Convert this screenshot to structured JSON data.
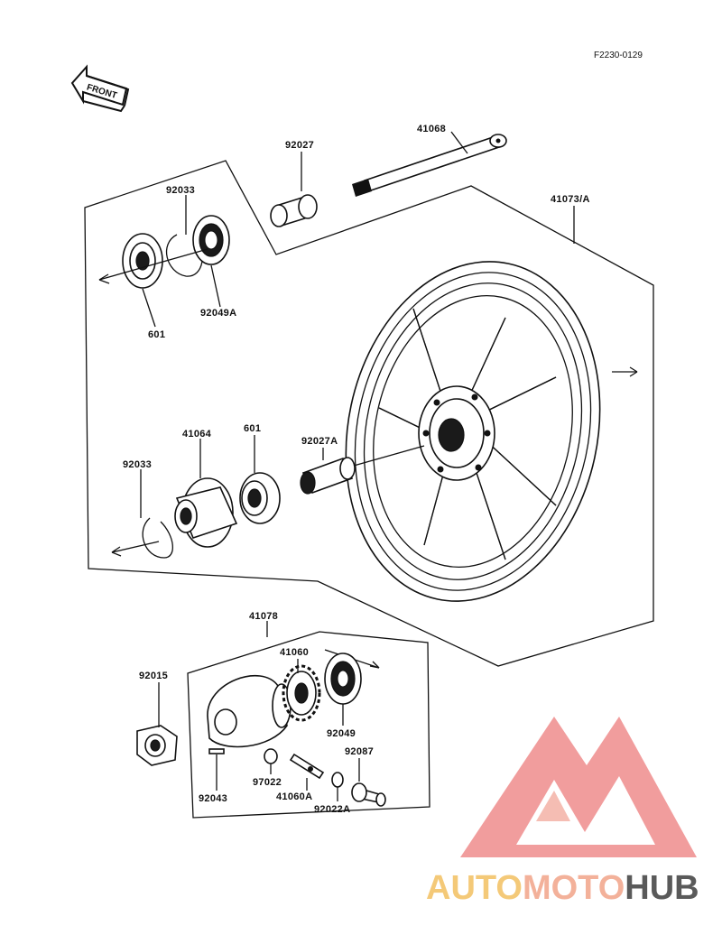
{
  "doc_code": "F2230-0129",
  "front_label": "FRONT",
  "watermark": {
    "part1": "AUTO",
    "part2": "MOTO",
    "part3": "HUB",
    "colors": {
      "auto": "#f3c061",
      "moto": "#f2a489",
      "hub": "#3e3e3e",
      "triangle": "#ef8c8c"
    }
  },
  "labels": {
    "p92027": "92027",
    "p41068": "41068",
    "p92033_top": "92033",
    "p41073A": "41073/A",
    "p601_top": "601",
    "p92049A": "92049A",
    "p41064": "41064",
    "p601_mid": "601",
    "p92027A": "92027A",
    "p92033_mid": "92033",
    "p41078": "41078",
    "p41060": "41060",
    "p92015": "92015",
    "p92049": "92049",
    "p92087": "92087",
    "p97022": "97022",
    "p41060A": "41060A",
    "p92043": "92043",
    "p92022A": "92022A"
  }
}
